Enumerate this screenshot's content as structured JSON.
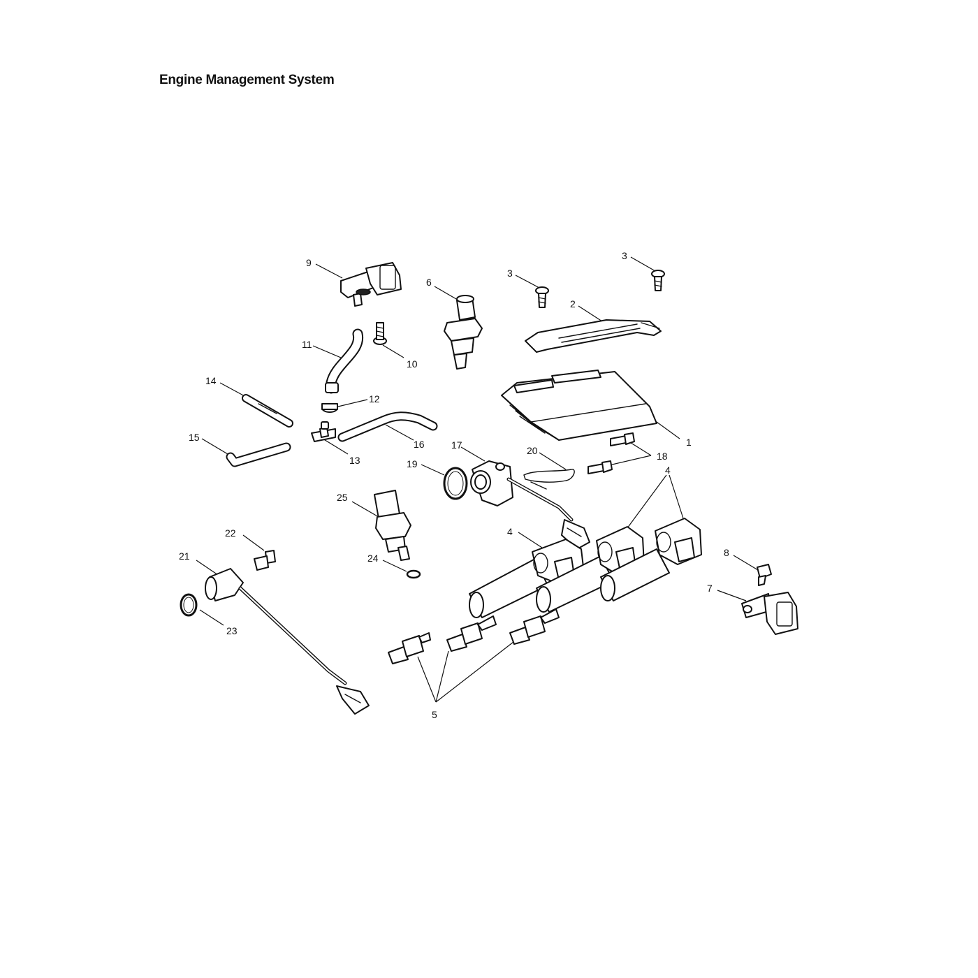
{
  "title": "Engine Management System",
  "callouts": {
    "c1": "1",
    "c2": "2",
    "c3a": "3",
    "c3b": "3",
    "c4a": "4",
    "c4b": "4",
    "c5": "5",
    "c6": "6",
    "c7": "7",
    "c8": "8",
    "c9": "9",
    "c10": "10",
    "c11": "11",
    "c12": "12",
    "c13": "13",
    "c14": "14",
    "c15": "15",
    "c16": "16",
    "c17": "17",
    "c18": "18",
    "c19": "19",
    "c20": "20",
    "c21": "21",
    "c22": "22",
    "c23": "23",
    "c24": "24",
    "c25": "25"
  }
}
